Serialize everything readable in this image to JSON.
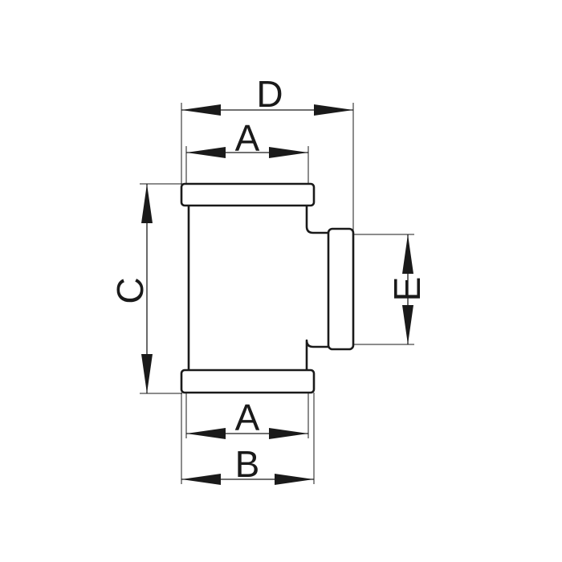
{
  "labels": {
    "d": "D",
    "a_top": "A",
    "c": "C",
    "e": "E",
    "a_bottom": "A",
    "b": "B"
  },
  "colors": {
    "line": "#1a1a1a",
    "background": "#ffffff"
  }
}
